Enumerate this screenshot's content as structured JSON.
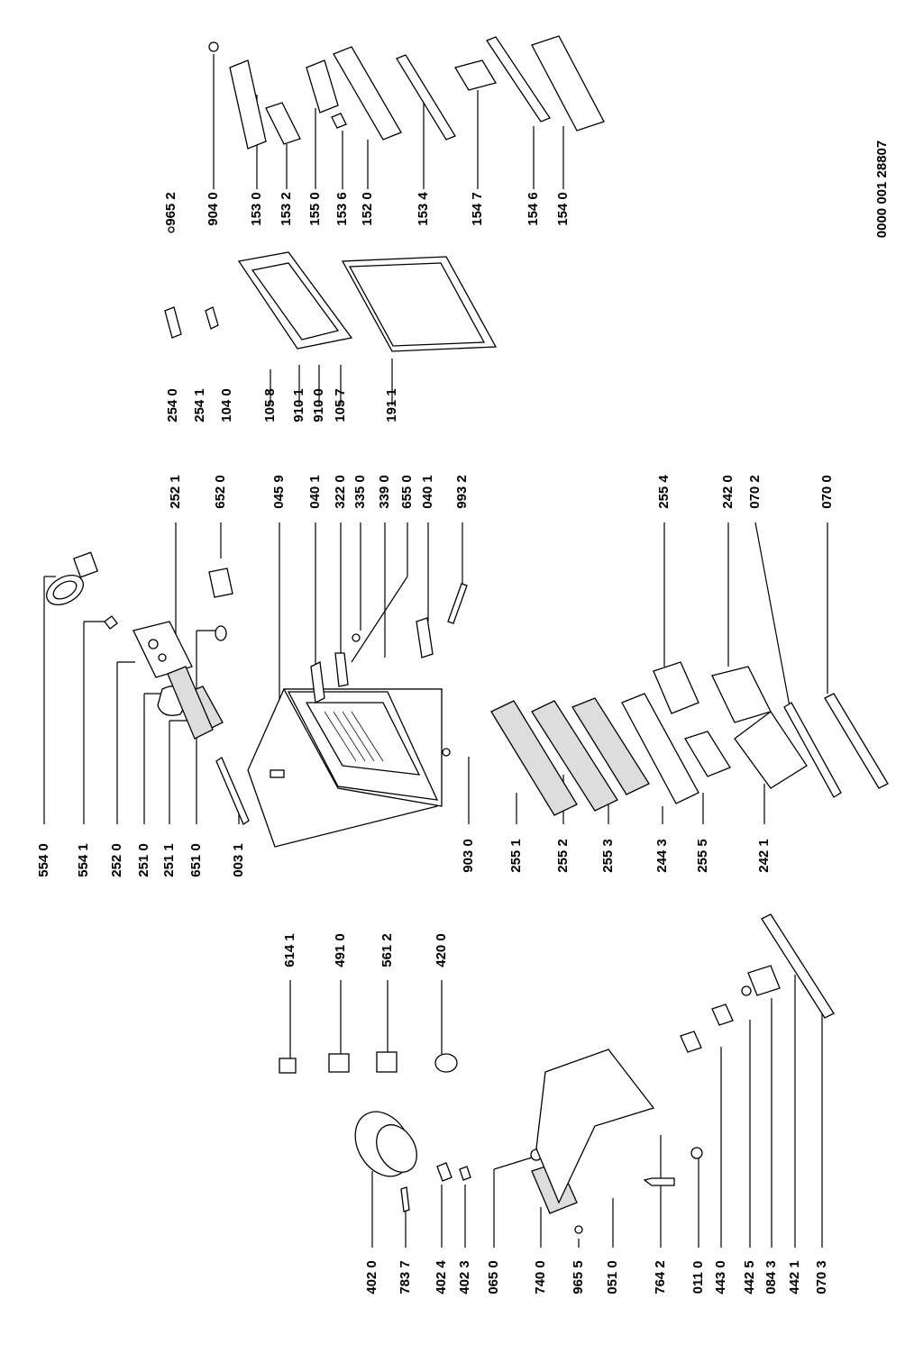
{
  "doc_code": "0000 001 28807",
  "labels": [
    "554 0",
    "554 1",
    "252 0",
    "251 0",
    "251 1",
    "651 0",
    "003 1",
    "614 1",
    "491 0",
    "561 2",
    "420 0",
    "402 0",
    "783 7",
    "402 4",
    "402 3",
    "065 0",
    "740 0",
    "965 5",
    "051 0",
    "764 2",
    "011 0",
    "443 0",
    "442 5",
    "084 3",
    "442 1",
    "070 3",
    "252 1",
    "652 0",
    "045 9",
    "040 1",
    "322 0",
    "335 0",
    "339 0",
    "655 0",
    "040 1",
    "993 2",
    "903 0",
    "255 1",
    "255 2",
    "255 3",
    "244 3",
    "255 5",
    "242 1",
    "255 4",
    "242 0",
    "070 2",
    "070 0",
    "254 0",
    "254 1",
    "104 0",
    "105 8",
    "910 1",
    "910 0",
    "105 7",
    "191 1",
    "965 2",
    "904 0",
    "153 0",
    "153 2",
    "155 0",
    "153 6",
    "152 0",
    "153 4",
    "154 7",
    "154 6",
    "154 0"
  ]
}
